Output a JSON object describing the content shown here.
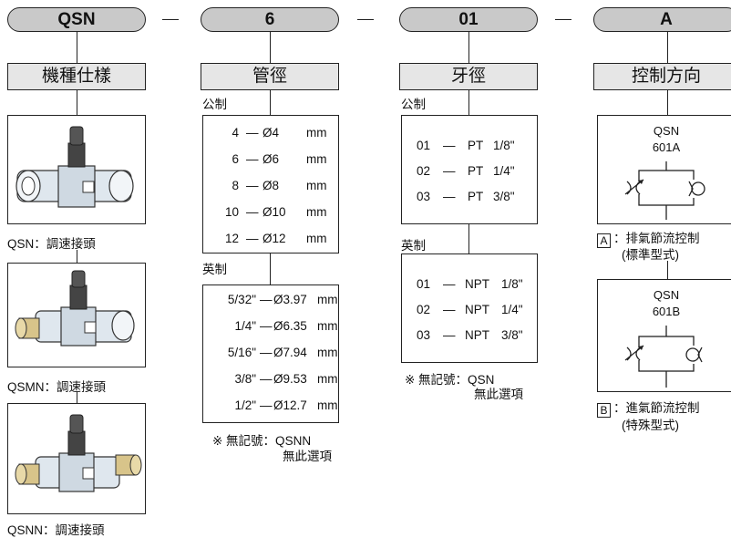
{
  "codes": [
    "QSN",
    "6",
    "01",
    "A"
  ],
  "columns": {
    "model": {
      "header": "機種仕樣",
      "items": [
        {
          "caption": "QSN：調速接頭",
          "icon": "speed-controller-tee-icon"
        },
        {
          "caption": "QSMN：調速接頭",
          "icon": "speed-controller-male-thread-icon"
        },
        {
          "caption": "QSNN：調速接頭",
          "icon": "speed-controller-double-thread-icon"
        }
      ]
    },
    "tube": {
      "header": "管徑",
      "metric_label": "公制",
      "metric_rows": [
        {
          "code": "4",
          "sep": "—",
          "value": "Ø4",
          "unit": "mm"
        },
        {
          "code": "6",
          "sep": "—",
          "value": "Ø6",
          "unit": "mm"
        },
        {
          "code": "8",
          "sep": "—",
          "value": "Ø8",
          "unit": "mm"
        },
        {
          "code": "10",
          "sep": "—",
          "value": "Ø10",
          "unit": "mm"
        },
        {
          "code": "12",
          "sep": "—",
          "value": "Ø12",
          "unit": "mm"
        }
      ],
      "imperial_label": "英制",
      "imperial_rows": [
        {
          "code": "5/32\"",
          "sep": "—",
          "value": "Ø3.97",
          "unit": "mm"
        },
        {
          "code": "1/4\"",
          "sep": "—",
          "value": "Ø6.35",
          "unit": "mm"
        },
        {
          "code": "5/16\"",
          "sep": "—",
          "value": "Ø7.94",
          "unit": "mm"
        },
        {
          "code": "3/8\"",
          "sep": "—",
          "value": "Ø9.53",
          "unit": "mm"
        },
        {
          "code": "1/2\"",
          "sep": "—",
          "value": "Ø12.7",
          "unit": "mm"
        }
      ],
      "note_line1": "※ 無記號：QSNN",
      "note_line2": "無此選項"
    },
    "thread": {
      "header": "牙徑",
      "metric_label": "公制",
      "metric_rows": [
        {
          "code": "01",
          "sep": "—",
          "value": "PT",
          "size": "1/8\""
        },
        {
          "code": "02",
          "sep": "—",
          "value": "PT",
          "size": "1/4\""
        },
        {
          "code": "03",
          "sep": "—",
          "value": "PT",
          "size": "3/8\""
        }
      ],
      "imperial_label": "英制",
      "imperial_rows": [
        {
          "code": "01",
          "sep": "—",
          "value": "NPT",
          "size": "1/8\""
        },
        {
          "code": "02",
          "sep": "—",
          "value": "NPT",
          "size": "1/4\""
        },
        {
          "code": "03",
          "sep": "—",
          "value": "NPT",
          "size": "3/8\""
        }
      ],
      "note_line1": "※ 無記號：QSN",
      "note_line2": "無此選項"
    },
    "direction": {
      "header": "控制方向",
      "items": [
        {
          "model_line1": "QSN",
          "model_line2": "601A",
          "key": "A",
          "desc_line1": "：排氣節流控制",
          "desc_line2": "(標準型式)"
        },
        {
          "model_line1": "QSN",
          "model_line2": "601B",
          "key": "B",
          "desc_line1": "：進氣節流控制",
          "desc_line2": "(特殊型式)"
        }
      ]
    }
  },
  "colors": {
    "pill": "#c9c9c9",
    "header": "#e6e6e6",
    "line": "#222222",
    "body_blue": "#8fb0c6"
  }
}
